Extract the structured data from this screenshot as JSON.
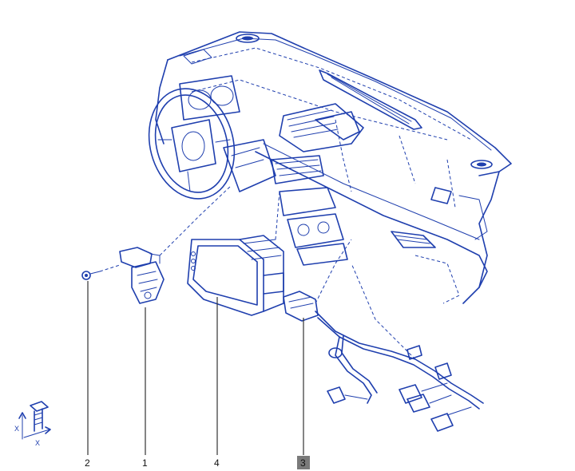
{
  "callouts": [
    {
      "id": "2",
      "label": "2",
      "highlighted": false
    },
    {
      "id": "1",
      "label": "1",
      "highlighted": false
    },
    {
      "id": "4",
      "label": "4",
      "highlighted": false
    },
    {
      "id": "3",
      "label": "3",
      "highlighted": true
    }
  ],
  "torque_symbol": {
    "x_label_left": "X",
    "x_label_right": "X"
  },
  "colors": {
    "line_art": "#1f3fae",
    "highlight_box": "#7a7a7a",
    "background": "#ffffff"
  }
}
